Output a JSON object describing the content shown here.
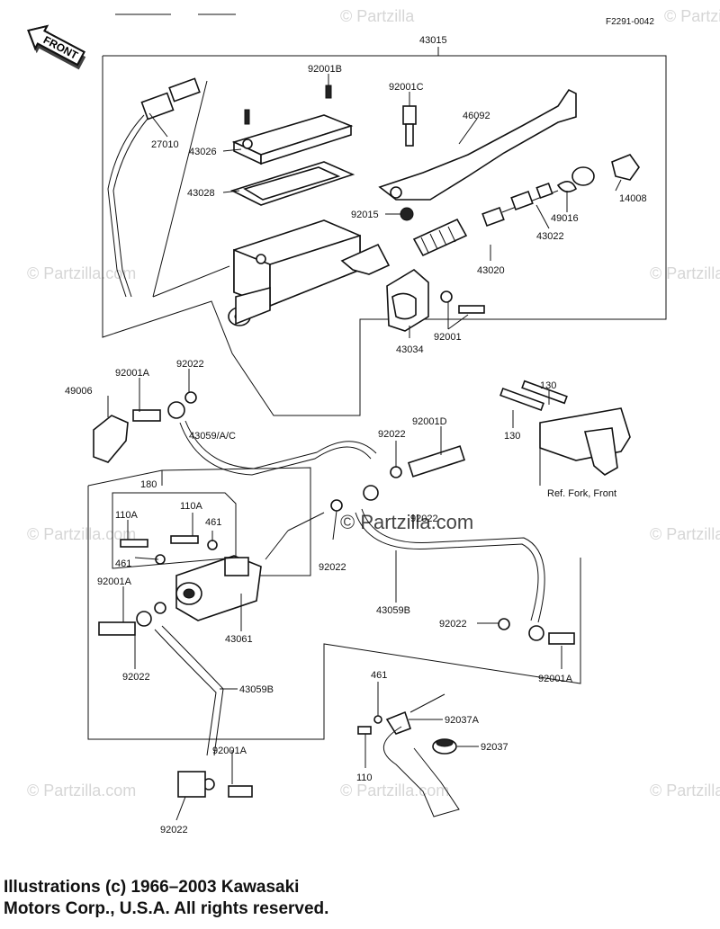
{
  "diagram": {
    "ref_code": "F2291-0042",
    "front_label": "FRONT",
    "ref_note": "Ref. Fork, Front",
    "parts": {
      "p43015": "43015",
      "p92001B": "92001B",
      "p92001C": "92001C",
      "p46092": "46092",
      "p27010": "27010",
      "p43026": "43026",
      "p43028": "43028",
      "p92015": "92015",
      "p49016": "49016",
      "p14008": "14008",
      "p43022": "43022",
      "p43020": "43020",
      "p43034": "43034",
      "p92001": "92001",
      "p92001A_1": "92001A",
      "p92022_1": "92022",
      "p49006": "49006",
      "p43059AC": "43059/A/C",
      "p130a": "130",
      "p130b": "130",
      "p92022_2": "92022",
      "p92001D": "92001D",
      "p180": "180",
      "p110A_1": "110A",
      "p110A_2": "110A",
      "p461_1": "461",
      "p461_2": "461",
      "p92022_3": "92022",
      "p92022_4": "92022",
      "p92001A_2": "92001A",
      "p43061": "43061",
      "p43059B_1": "43059B",
      "p92022_5": "92022",
      "p92022_6": "92022",
      "p92001A_3": "92001A",
      "p43059B_2": "43059B",
      "p461_3": "461",
      "p92037A": "92037A",
      "p92037": "92037",
      "p110": "110",
      "p92001A_4": "92001A",
      "p92022_7": "92022"
    }
  },
  "watermark": "© Partzilla.com",
  "watermark_short": "© Partzilla",
  "copyright": "Illustrations (c) 1966–2003 Kawasaki\nMotors Corp., U.S.A.  All rights reserved."
}
